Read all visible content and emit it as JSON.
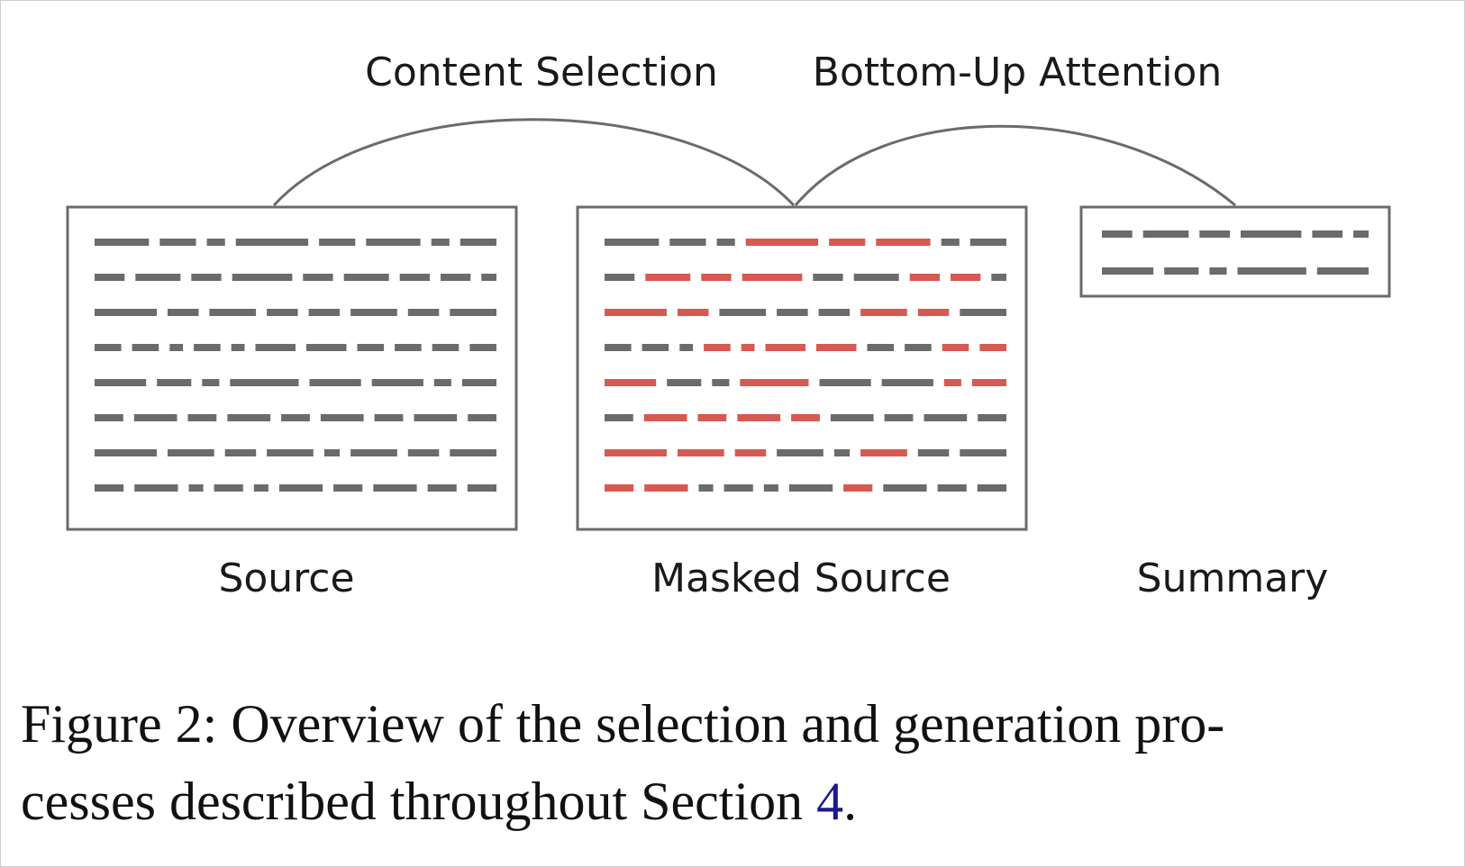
{
  "labels": {
    "content_selection": "Content Selection",
    "bottom_up_attention": "Bottom-Up Attention",
    "source": "Source",
    "masked_source": "Masked Source",
    "summary": "Summary"
  },
  "caption": {
    "part1": "Figure 2: Overview of the selection and generation pro-",
    "part2": "cesses described throughout Section ",
    "ref": "4",
    "end": "."
  },
  "colors": {
    "token": "#6b6b6b",
    "selected_token": "#d65a52",
    "box_border": "#6b6b6b",
    "link": "#6b6b6b",
    "reference": "#1a1a8c"
  },
  "panels": {
    "source": {
      "rows": [
        [
          3,
          2,
          1,
          4,
          2,
          3,
          1,
          2
        ],
        [
          2,
          3,
          2,
          4,
          2,
          3,
          2,
          2,
          1
        ],
        [
          4,
          2,
          3,
          2,
          2,
          3,
          2,
          3
        ],
        [
          2,
          2,
          1,
          2,
          1,
          3,
          3,
          2,
          2,
          2,
          2
        ],
        [
          3,
          2,
          1,
          4,
          3,
          3,
          1,
          2
        ],
        [
          2,
          3,
          2,
          3,
          2,
          3,
          2,
          3,
          2
        ],
        [
          4,
          3,
          2,
          3,
          1,
          3,
          2,
          3
        ],
        [
          2,
          3,
          1,
          2,
          1,
          3,
          2,
          3,
          2,
          2
        ]
      ]
    },
    "masked_source": {
      "rows": [
        [
          [
            3,
            "k"
          ],
          [
            2,
            "k"
          ],
          [
            1,
            "k"
          ],
          [
            4,
            "s"
          ],
          [
            2,
            "s"
          ],
          [
            3,
            "s"
          ],
          [
            1,
            "k"
          ],
          [
            2,
            "k"
          ]
        ],
        [
          [
            2,
            "k"
          ],
          [
            3,
            "s"
          ],
          [
            2,
            "s"
          ],
          [
            4,
            "s"
          ],
          [
            2,
            "k"
          ],
          [
            3,
            "k"
          ],
          [
            2,
            "s"
          ],
          [
            2,
            "s"
          ],
          [
            1,
            "k"
          ]
        ],
        [
          [
            4,
            "s"
          ],
          [
            2,
            "s"
          ],
          [
            3,
            "k"
          ],
          [
            2,
            "k"
          ],
          [
            2,
            "k"
          ],
          [
            3,
            "s"
          ],
          [
            2,
            "s"
          ],
          [
            3,
            "k"
          ]
        ],
        [
          [
            2,
            "k"
          ],
          [
            2,
            "k"
          ],
          [
            1,
            "k"
          ],
          [
            2,
            "s"
          ],
          [
            1,
            "s"
          ],
          [
            3,
            "s"
          ],
          [
            3,
            "s"
          ],
          [
            2,
            "k"
          ],
          [
            2,
            "k"
          ],
          [
            2,
            "s"
          ],
          [
            2,
            "s"
          ]
        ],
        [
          [
            3,
            "s"
          ],
          [
            2,
            "k"
          ],
          [
            1,
            "k"
          ],
          [
            4,
            "s"
          ],
          [
            3,
            "k"
          ],
          [
            3,
            "k"
          ],
          [
            1,
            "s"
          ],
          [
            2,
            "s"
          ]
        ],
        [
          [
            2,
            "k"
          ],
          [
            3,
            "s"
          ],
          [
            2,
            "s"
          ],
          [
            3,
            "s"
          ],
          [
            2,
            "s"
          ],
          [
            3,
            "k"
          ],
          [
            2,
            "k"
          ],
          [
            3,
            "k"
          ],
          [
            2,
            "k"
          ]
        ],
        [
          [
            4,
            "s"
          ],
          [
            3,
            "s"
          ],
          [
            2,
            "s"
          ],
          [
            3,
            "k"
          ],
          [
            1,
            "k"
          ],
          [
            3,
            "s"
          ],
          [
            2,
            "k"
          ],
          [
            3,
            "k"
          ]
        ],
        [
          [
            2,
            "s"
          ],
          [
            3,
            "s"
          ],
          [
            1,
            "k"
          ],
          [
            2,
            "k"
          ],
          [
            1,
            "k"
          ],
          [
            3,
            "k"
          ],
          [
            2,
            "s"
          ],
          [
            3,
            "k"
          ],
          [
            2,
            "k"
          ],
          [
            2,
            "k"
          ]
        ]
      ]
    },
    "summary": {
      "rows": [
        [
          2,
          3,
          2,
          4,
          2,
          1
        ],
        [
          3,
          2,
          1,
          4,
          3
        ]
      ]
    }
  }
}
